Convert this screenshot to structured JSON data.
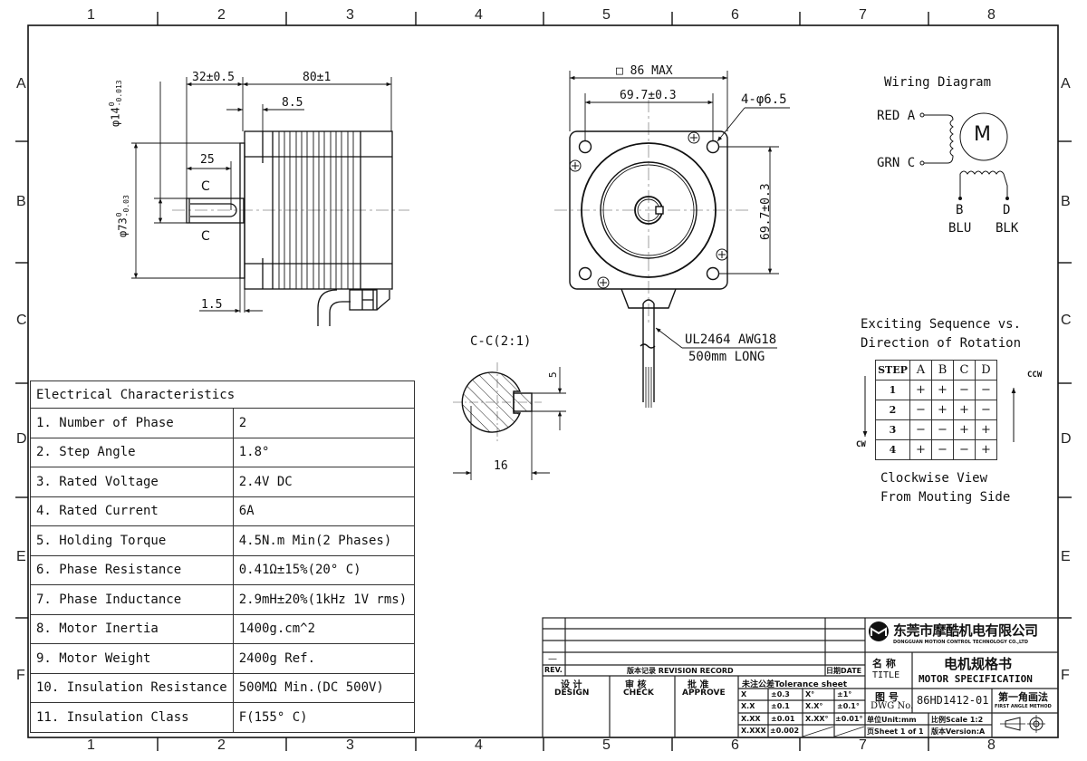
{
  "border": {
    "columns": [
      "1",
      "2",
      "3",
      "4",
      "5",
      "6",
      "7",
      "8"
    ],
    "rows": [
      "A",
      "B",
      "C",
      "D",
      "E",
      "F"
    ]
  },
  "side_view": {
    "dim_shaft_length": "32±0.5",
    "dim_body_length": "80±1",
    "dim_flange_step": "8.5",
    "dim_shaft_flat": "25",
    "dim_boss": "1.5",
    "dim_shaft_dia": "φ14",
    "dim_shaft_dia_tol_upper": "0",
    "dim_shaft_dia_tol_lower": "-0.013",
    "dim_pilot_dia": "φ73",
    "dim_pilot_dia_tol_upper": "0",
    "dim_pilot_dia_tol_lower": "-0.03",
    "section_mark_top": "C",
    "section_mark_bottom": "C"
  },
  "front_view": {
    "dim_square": "□ 86 MAX",
    "dim_hole_spacing_h": "69.7±0.3",
    "dim_hole_spacing_v": "69.7±0.3",
    "dim_holes": "4-φ6.5",
    "cable_spec": "UL2464 AWG18",
    "cable_length": "500mm LONG"
  },
  "section_view": {
    "title": "C-C(2:1)",
    "dim_flat_depth": "5",
    "dim_width": "16"
  },
  "wiring": {
    "title": "Wiring Diagram",
    "motor_symbol": "M",
    "leads": [
      {
        "color": "RED",
        "phase": "A"
      },
      {
        "color": "GRN",
        "phase": "C"
      },
      {
        "phase": "B",
        "color": "BLU"
      },
      {
        "phase": "D",
        "color": "BLK"
      }
    ]
  },
  "sequence": {
    "title_line1": "Exciting Sequence vs.",
    "title_line2": "Direction of Rotation",
    "headers": [
      "STEP",
      "A",
      "B",
      "C",
      "D"
    ],
    "rows": [
      [
        "1",
        "+",
        "+",
        "−",
        "−"
      ],
      [
        "2",
        "−",
        "+",
        "+",
        "−"
      ],
      [
        "3",
        "−",
        "−",
        "+",
        "+"
      ],
      [
        "4",
        "+",
        "−",
        "−",
        "+"
      ]
    ],
    "ccw_label": "CCW",
    "cw_label": "CW",
    "note_line1": "Clockwise View",
    "note_line2": "From Mouting Side"
  },
  "electrical": {
    "title": "Electrical Characteristics",
    "rows": [
      {
        "label": "1. Number of Phase",
        "value": "2"
      },
      {
        "label": "2. Step Angle",
        "value": "1.8°"
      },
      {
        "label": "3. Rated Voltage",
        "value": "2.4V DC"
      },
      {
        "label": "4. Rated Current",
        "value": "6A"
      },
      {
        "label": "5. Holding Torque",
        "value": "4.5N.m Min(2 Phases)"
      },
      {
        "label": "6. Phase Resistance",
        "value": "0.41Ω±15%(20° C)"
      },
      {
        "label": "7. Phase Inductance",
        "value": "2.9mH±20%(1kHz 1V rms)"
      },
      {
        "label": "8. Motor Inertia",
        "value": "1400g.cm^2"
      },
      {
        "label": "9. Motor Weight",
        "value": "2400g Ref."
      },
      {
        "label": "10. Insulation Resistance",
        "value": "500MΩ Min.(DC 500V)"
      },
      {
        "label": "11. Insulation Class",
        "value": "F(155° C)"
      }
    ]
  },
  "title_block": {
    "revision": {
      "rev_entry": "—",
      "rev_label": "REV.",
      "record_label": "版本记录 REVISION RECORD",
      "date_label": "日期DATE"
    },
    "design_cn": "设 计",
    "design_en": "DESIGN",
    "check_cn": "审 核",
    "check_en": "CHECK",
    "approve_cn": "批 准",
    "approve_en": "APPROVE",
    "tolerance_title": "未注公差Tolerance sheet",
    "tolerance_rows": [
      [
        "X",
        "±0.3",
        "X°",
        "±1°"
      ],
      [
        "X.X",
        "±0.1",
        "X.X°",
        "±0.1°"
      ],
      [
        "X.XX",
        "±0.01",
        "X.XX°",
        "±0.01°"
      ],
      [
        "X.XXX",
        "±0.002",
        "",
        ""
      ]
    ],
    "company_cn": "东莞市摩酷机电有限公司",
    "company_en": "DONGGUAN MOTION CONTROL TECHNOLOGY CO.,LTD",
    "title_cn_label": "名 称",
    "title_en_label": "TITLE",
    "doc_title_cn": "电机规格书",
    "doc_title_en": "MOTOR SPECIFICATION",
    "dwg_cn_label": "图 号",
    "dwg_en_label": "DWG No.",
    "dwg_no": "86HD1412-01",
    "projection_cn": "第一角画法",
    "projection_en": "FIRST ANGLE METHOD",
    "unit": "单位Unit:mm",
    "scale": "比例Scale 1:2",
    "sheet": "页Sheet 1 of 1",
    "version": "版本Version:A"
  }
}
